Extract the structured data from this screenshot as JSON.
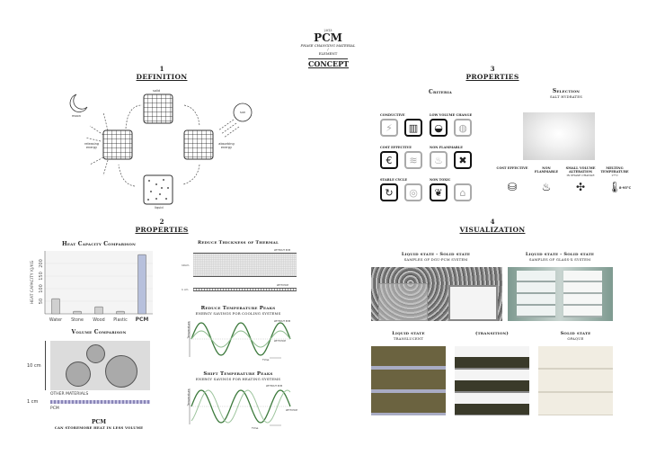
{
  "header": {
    "year": "2013",
    "title": "PCM",
    "subtitle": "PHASE CHANGING MATERIAL",
    "slash": "/",
    "element": "ELEMENT",
    "concept": "CONCEPT"
  },
  "definition": {
    "number": "1",
    "title": "DEFINITION",
    "labels": {
      "moon": "moon",
      "solid": "solid",
      "sun": "sun",
      "releasing": "releasing energy",
      "absorbing": "absorbing energy",
      "liquid": "liquid"
    }
  },
  "properties3": {
    "number": "3",
    "title": "PROPERTIES",
    "criteria_title": "Criteria",
    "selection_title": "Selection",
    "selection_sub": "SALT HYDRATES",
    "criteria": [
      {
        "label": "CONDUCTIVE",
        "icons": [
          "conductive-icon",
          "wall-icon"
        ]
      },
      {
        "label": "LOW VOLUME CHANGE",
        "icons": [
          "container-icon",
          "sphere-icon"
        ]
      },
      {
        "label": "COST EFFECTIVE",
        "icons": [
          "euro-icon",
          "price-icon"
        ]
      },
      {
        "label": "NON FLAMMABLE",
        "icons": [
          "flame-icon",
          "extinguisher-icon"
        ]
      },
      {
        "label": "STABLE CYCLE",
        "icons": [
          "cycle-icon",
          "spiral-icon"
        ]
      },
      {
        "label": "NON TOXIC",
        "icons": [
          "leaf-icon",
          "house-icon"
        ]
      }
    ],
    "selection": [
      {
        "label": "COST EFFECTIVE",
        "sub": ""
      },
      {
        "label": "NON FLAMMABLE",
        "sub": ""
      },
      {
        "label": "SMALL VOLUME ALTERATION",
        "sub": "IN PHASE CHANGE"
      },
      {
        "label": "MELTING TEMPERATURE",
        "sub": "17°C"
      }
    ],
    "temp_value": "8-95°C"
  },
  "properties2": {
    "number": "2",
    "title": "PROPERTIES",
    "volume": {
      "title": "Volume Comparison",
      "ten_cm": "10 cm",
      "one_cm": "1 cm",
      "other": "OTHER MATERIALS",
      "pcm": "PCM"
    },
    "pcm_caption": "PCM",
    "pcm_sub": "CAN STOREMORE HEAT IN LESS VOLUME",
    "thickness": {
      "title": "Reduce Thickness of Thermal",
      "a": "10cm",
      "b": "1 cm",
      "tag1": "WITHOUT PCM",
      "tag2": "WITH PCM"
    },
    "peaks": {
      "title": "Reduce Temperature Peaks",
      "sub": "ENERGY SAVINGS FOR COOLING SYSTEMS",
      "y": "Temperature",
      "x": "Time",
      "tag1": "WITHOUT PCM",
      "tag2": "WITH PCM"
    },
    "shift": {
      "title": "Shift Temperature Peaks",
      "sub": "ENERGY SAVINGS FOR HEATING SYSTEMS",
      "y": "Temperature",
      "x": "Time",
      "tag1": "WITHOUT PCM",
      "tag2": "WITH PCM"
    }
  },
  "visualization": {
    "number": "4",
    "title": "VISUALIZATION",
    "groups": [
      {
        "title": "Liquid state - Solid state",
        "sub": "SAMPLES OF DGU-PCM SYSTEM"
      },
      {
        "title": "Liquid state - Solid state",
        "sub": "SAMPLES OF GLASS-X SYSTEM"
      }
    ],
    "states": [
      {
        "title": "Liquid state",
        "sub": "TRANSLUCENT"
      },
      {
        "title": "(transition)",
        "sub": ""
      },
      {
        "title": "Solid state",
        "sub": "OPAQUE"
      }
    ]
  },
  "chart_data": {
    "type": "bar",
    "title": "Heat Capacity Comparison",
    "ylabel": "HEAT CAPACITY KJ/KG",
    "xlabel": "",
    "categories": [
      "Water",
      "Stone",
      "Wood",
      "Plastic",
      "PCM"
    ],
    "values": [
      60,
      10,
      28,
      10,
      235
    ],
    "ylim": [
      0,
      250
    ],
    "yticks": [
      50,
      100,
      150,
      200
    ],
    "colors": [
      "#d0d0d0",
      "#d0d0d0",
      "#d0d0d0",
      "#d0d0d0",
      "#b7c0dc"
    ],
    "grid": true
  }
}
